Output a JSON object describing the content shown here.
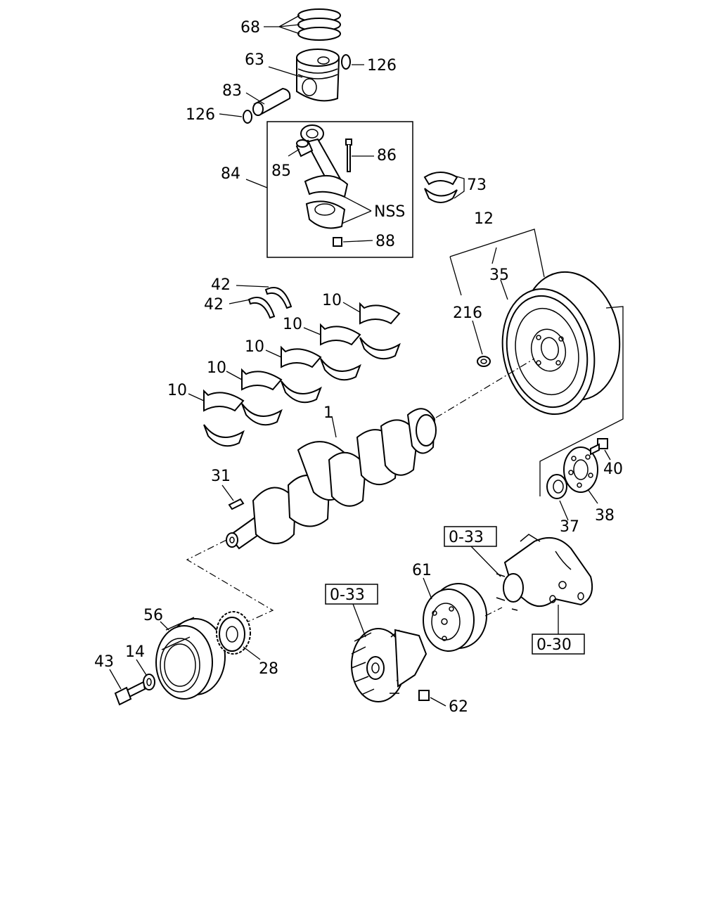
{
  "diagram": {
    "callouts": {
      "c68": "68",
      "c63": "63",
      "c126a": "126",
      "c83": "83",
      "c126b": "126",
      "c84": "84",
      "c85": "85",
      "c86": "86",
      "cNSS": "NSS",
      "c88": "88",
      "c73": "73",
      "c12": "12",
      "c35": "35",
      "c216": "216",
      "c42a": "42",
      "c42b": "42",
      "c10a": "10",
      "c10b": "10",
      "c10c": "10",
      "c10d": "10",
      "c10e": "10",
      "c1": "1",
      "c31": "31",
      "c40": "40",
      "c38": "38",
      "c37": "37",
      "c61": "61",
      "c56": "56",
      "c14": "14",
      "c43": "43",
      "c28": "28",
      "c62": "62"
    },
    "refs": {
      "r033a": "0-33",
      "r033b": "0-33",
      "r030": "0-30"
    }
  }
}
